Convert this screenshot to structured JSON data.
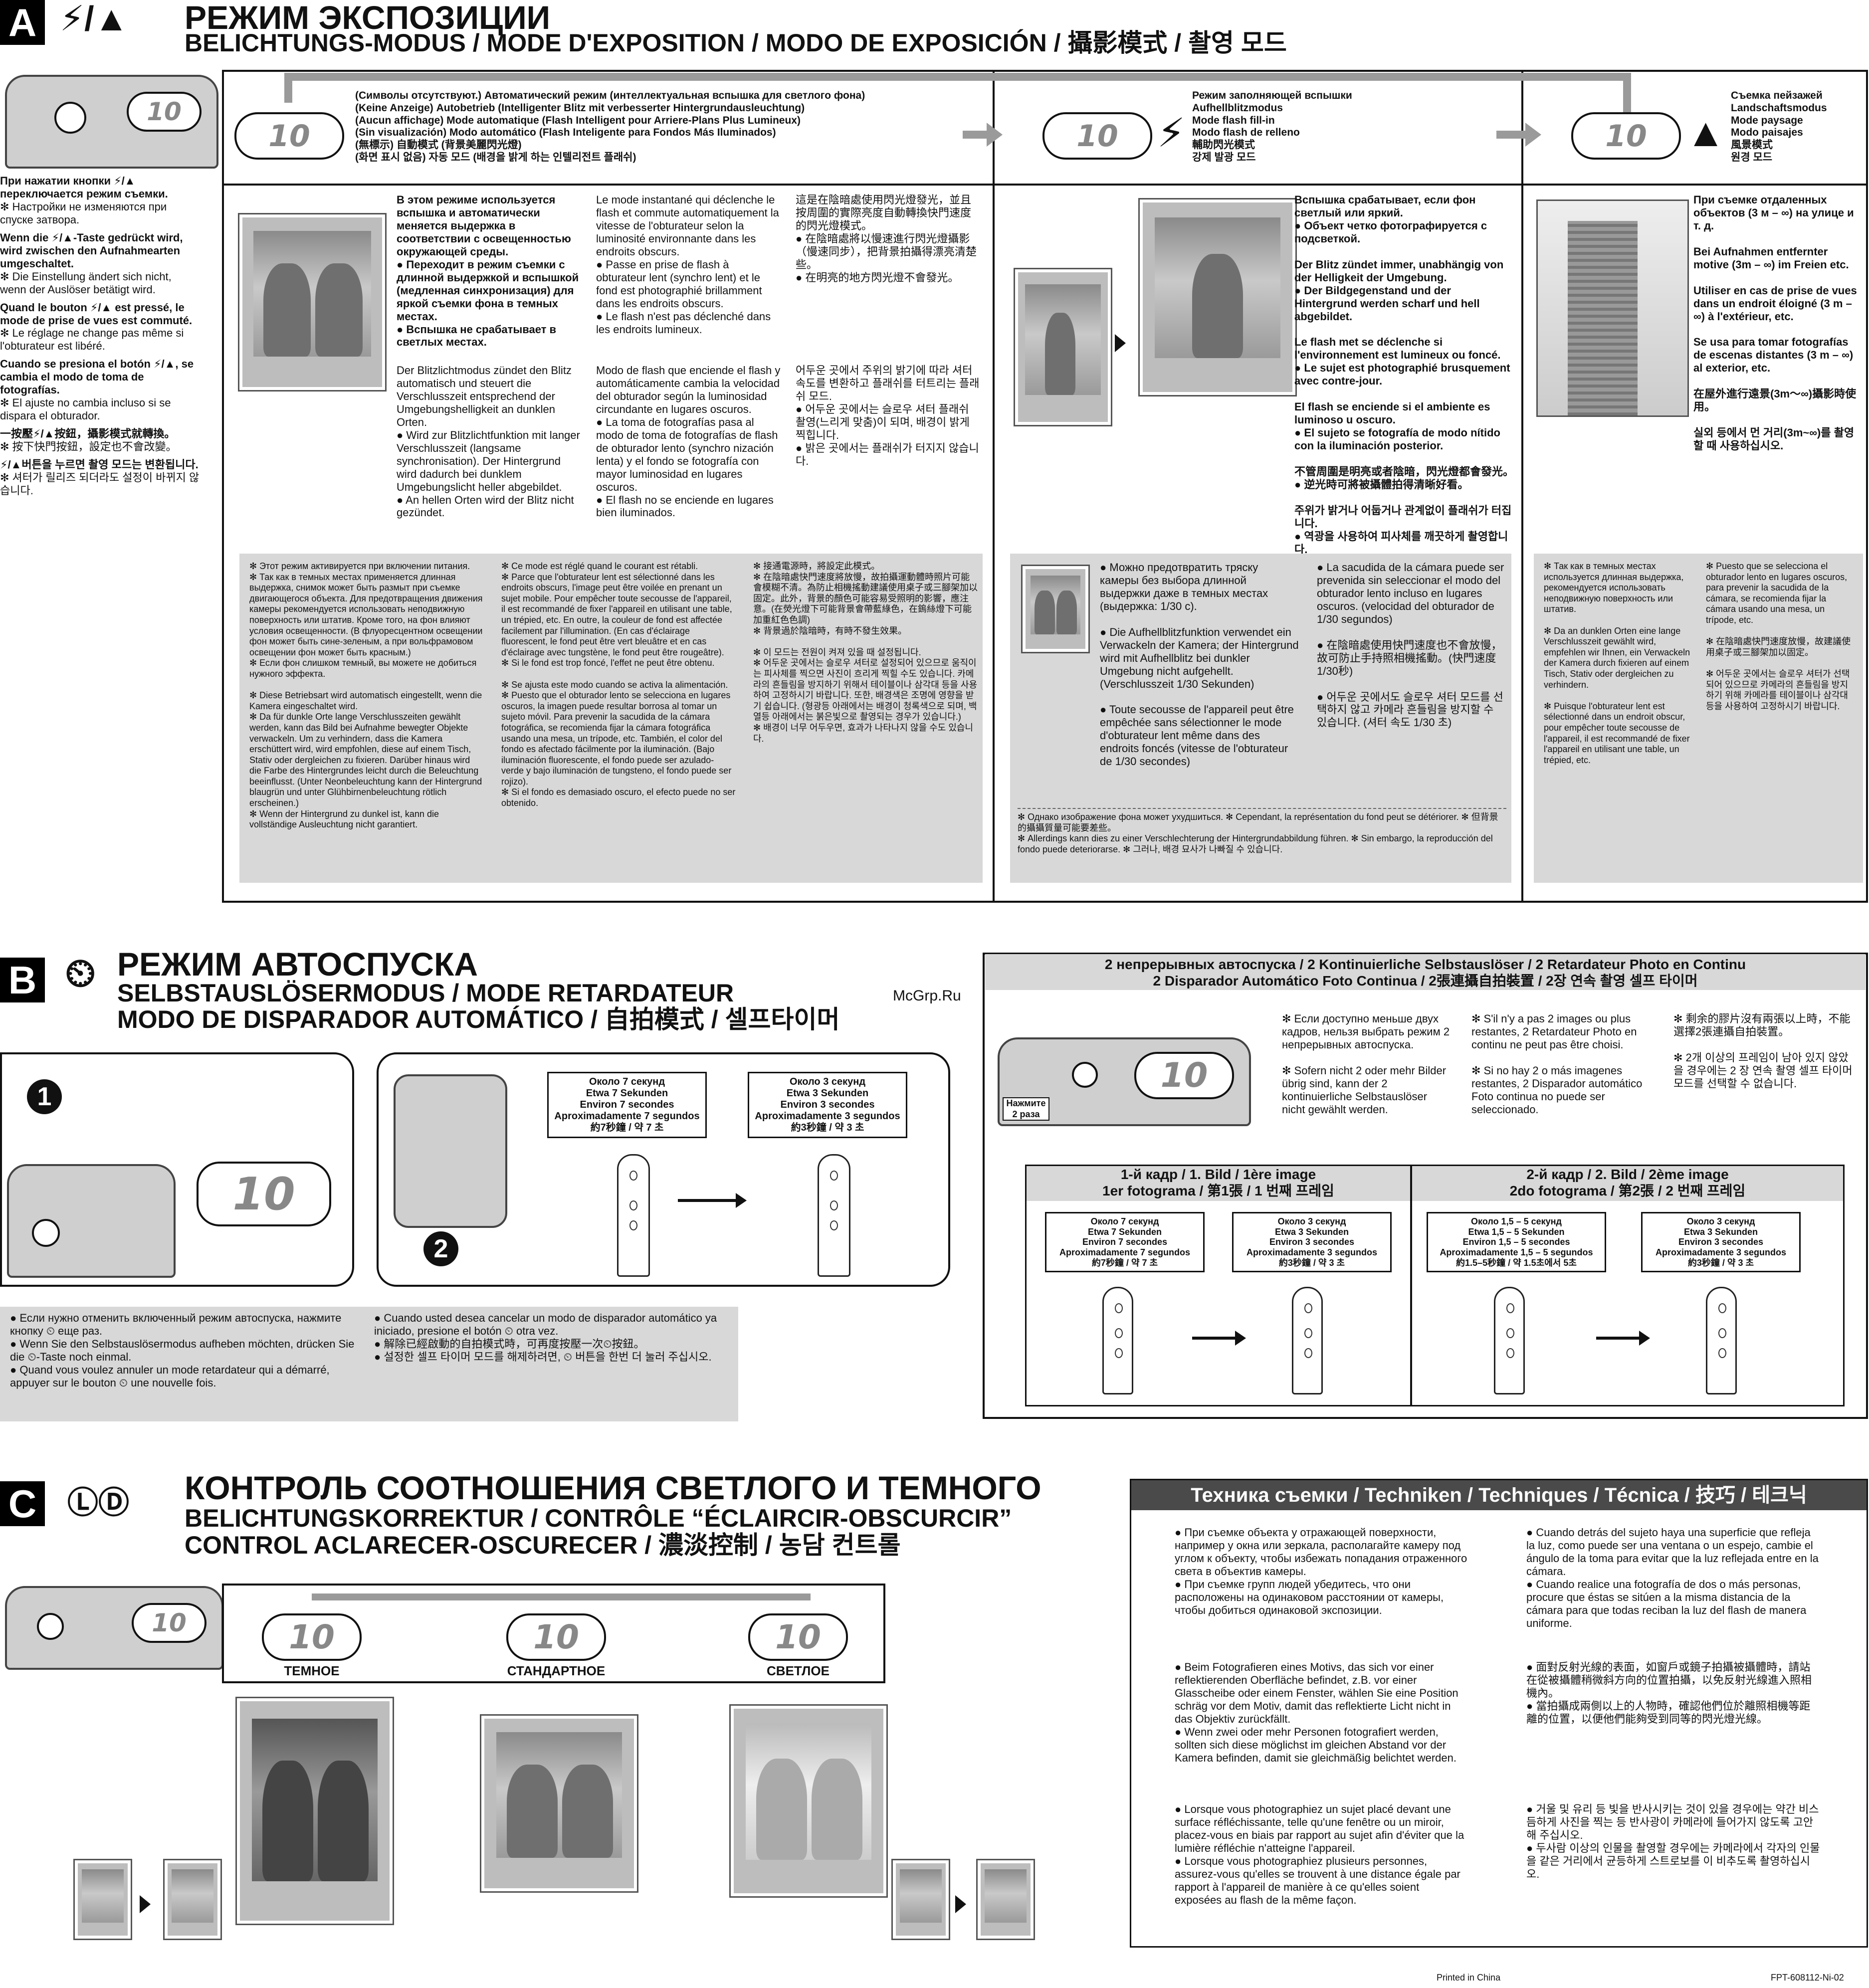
{
  "sectionA": {
    "letter": "A",
    "icons": "⚡/▲",
    "title1": "РЕЖИМ ЭКСПОЗИЦИИ",
    "title2": "BELICHTUNGS-MODUS / MODE D'EXPOSITION / MODO DE EXPOSICIÓN / 攝影模式 / 촬영 모드",
    "lcd_value": "10",
    "side_notes": [
      "При нажатии кнопки ⚡/▲ переключается режим съемки.",
      "✻ Настройки не изменяются при спуске затвора.",
      "Wenn die ⚡/▲-Taste gedrückt wird, wird zwischen den Aufnahmearten umgeschaltet.",
      "✻ Die Einstellung ändert sich nicht, wenn der Auslöser betätigt wird.",
      "Quand le bouton ⚡/▲ est pressé, le mode de prise de vues est commuté.",
      "✻ Le réglage ne change pas même si l'obturateur est libéré.",
      "Cuando se presiona el botón ⚡/▲, se cambia el modo de toma de fotografías.",
      "✻ El ajuste no cambia incluso si se dispara el obturador.",
      "一按壓⚡/▲按鈕，攝影模式就轉換。",
      "✻ 按下快門按鈕，設定也不會改變。",
      "⚡/▲버튼을 누르면 촬영 모드는 변환됩니다.",
      "✻ 셔터가 릴리즈 되더라도 설정이 바뀌지 않습니다."
    ],
    "mode_auto": "(Символы отсутствуют.) Автоматический режим (интеллектуальная вспышка для светлого фона)\n(Keine Anzeige) Autobetrieb (Intelligenter Blitz mit verbesserter Hintergrundausleuchtung)\n(Aucun affichage) Mode automatique (Flash Intelligent pour Arriere-Plans Plus Lumineux)\n(Sin visualización) Modo automático (Flash Inteligente para Fondos Más Iluminados)\n(無標示) 自動模式 (背景美麗閃光燈)\n(화면 표시 없음) 자동 모드 (배경을 밝게 하는 인텔리전트 플래쉬)",
    "mode_fill": "Режим заполняющей вспышки\nAufhellblitzmodus\nMode flash fill-in\nModo flash de relleno\n輔助閃光模式\n강제 발광 모드",
    "mode_land": "Съемка пейзажей\nLandschaftsmodus\nMode paysage\nModo paisajes\n風景模式\n원경 모드",
    "auto_ru": "В этом режиме используется вспышка и автоматически меняется выдержка в соответствии с освещенностью окружающей среды.\n● Переходит в режим съемки с длинной выдержкой и вспышкой (медленная синхронизация) для яркой съемки фона в темных местах.\n● Вспышка не срабатывает в светлых местах.",
    "auto_de": "Der Blitzlichtmodus zündet den Blitz automatisch und steuert die Verschlusszeit entsprechend der Umgebungshelligkeit an dunklen Orten.\n● Wird zur Blitzlichtfunktion mit langer Verschlusszeit (langsame synchronisation). Der Hintergrund wird dadurch bei dunklem Umgebungslicht heller abgebildet.\n● An hellen Orten wird der Blitz nicht gezündet.",
    "auto_fr": "Le mode instantané qui déclenche le flash et commute automatiquement la vitesse de l'obturateur selon la luminosité environnante dans les endroits obscurs.\n● Passe en prise de flash à obturateur lent (synchro lent) et le fond est photographié brillamment dans les endroits obscurs.\n● Le flash n'est pas déclenché dans les endroits lumineux.",
    "auto_es": "Modo de flash que enciende el flash y automáticamente cambia la velocidad del obturador según la luminosidad circundante en lugares oscuros.\n● La toma de fotografías pasa al modo de toma de fotografías de flash de obturador lento (synchro nización lenta) y el fondo se fotografía con mayor luminosidad en lugares oscuros.\n● El flash no se enciende en lugares bien iluminados.",
    "auto_zh": "這是在陰暗處使用閃光燈發光，並且按周圍的實際亮度自動轉換快門速度的閃光燈模式。\n● 在陰暗處將以慢速進行閃光燈攝影（慢速同步），把背景拍攝得漂亮清楚些。\n● 在明亮的地方閃光燈不會發光。",
    "auto_ko": "어두운 곳에서 주위의 밝기에 따라 셔터 속도를 변환하고 플래쉬를 터트리는 플래쉬 모드.\n● 어두운 곳에서는 슬로우 셔터 플래쉬 촬영(느리게 맞춤)이 되며, 배경이 밝게 찍힙니다.\n● 밝은 곳에서는 플래쉬가 터지지 않습니다.",
    "auto_notes_left": "✻ Этот режим активируется при включении питания.\n✻ Так как в темных местах применяется длинная выдержка, снимок может быть размыт при съемке двигающегося объекта. Для предотвращения движения камеры рекомендуется использовать неподвижную поверхность или штатив. Кроме того, на фон влияют условия освещенности. (В флуоресцентном освещении фон может быть сине-зеленым, а при вольфрамовом освещении фон может быть красным.)\n✻ Если фон слишком темный, вы можете не добиться нужного эффекта.\n\n✻ Diese Betriebsart wird automatisch eingestellt, wenn die Kamera eingeschaltet wird.\n✻ Da für dunkle Orte lange Verschlusszeiten gewählt werden, kann das Bild bei Aufnahme bewegter Objekte verwackeln. Um zu verhindern, dass die Kamera erschüttert wird, wird empfohlen, diese auf einem Tisch, Stativ oder dergleichen zu fixieren. Darüber hinaus wird die Farbe des Hintergrundes leicht durch die Beleuchtung beeinflusst. (Unter Neonbeleuchtung kann der Hintergrund blaugrün und unter Glühbirnenbeleuchtung rötlich erscheinen.)\n✻ Wenn der Hintergrund zu dunkel ist, kann die vollständige Ausleuchtung nicht garantiert.",
    "auto_notes_mid": "✻ Ce mode est réglé quand le courant est rétabli.\n✻ Parce que l'obturateur lent est sélectionné dans les endroits obscurs, l'image peut être voilée en prenant un sujet mobile. Pour empêcher toute secousse de l'appareil, il est recommandé de fixer l'appareil en utilisant une table, un trépied, etc. En outre, la couleur de fond est affectée facilement par l'illumination. (En cas d'éclairage fluorescent, le fond peut être vert bleuâtre et en cas d'éclairage avec tungstène, le fond peut être rougeâtre).\n✻ Si le fond est trop foncé, l'effet ne peut être obtenu.\n\n✻ Se ajusta este modo cuando se activa la alimentación.\n✻ Puesto que el obturador lento se selecciona en lugares oscuros, la imagen puede resultar borrosa al tomar un sujeto móvil. Para prevenir la sacudida de la cámara fotográfica, se recomienda fijar la cámara fotográfica usando una mesa, un trípode, etc. También, el color del fondo es afectado fácilmente por la iluminación. (Bajo iluminación fluorescente, el fondo puede ser azulado-verde y bajo iluminación de tungsteno, el fondo puede ser rojizo).\n✻ Si el fondo es demasiado oscuro, el efecto puede no ser obtenido.",
    "auto_notes_right": "✻ 接通電源時，將設定此模式。\n✻ 在陰暗處快門速度將放慢，故拍攝運動體時照片可能會模糊不清。為防止相機搖動建議使用桌子或三腳架加以固定。此外，背景的顏色可能容易受照明的影響，應注意。(在熒光燈下可能背景會帶藍綠色，在鎢絲燈下可能加重紅色色調)\n✻ 背景過於陰暗時，有時不發生效果。\n\n✻ 이 모드는 전원이 켜져 있을 때 설정됩니다.\n✻ 어두운 곳에서는 슬로우 셔터로 설정되어 있으므로 움직이는 피사체를 찍으면 사진이 흐리게 찍힐 수도 있습니다. 카메라의 흔들림을 방지하기 위해서 테이블이나 삼각대 등을 사용하여 고정하시기 바랍니다. 또한, 배경색은 조명에 영향을 받기 쉽습니다. (형광등 아래에서는 배경이 청록색으로 되며, 백열등 아래에서는 붉은빛으로 촬영되는 경우가 있습니다.)\n✻ 배경이 너무 어두우면, 효과가 나타나지 않을 수도 있습니다.",
    "fill_text": "Вспышка срабатывает, если фон светлый или яркий.\n● Объект четко фотографируется с подсветкой.\n\nDer Blitz zündet immer, unabhängig von der Helligkeit der Umgebung.\n● Der Bildgegenstand und der Hintergrund werden scharf und hell abgebildet.\n\nLe flash met se déclenche si l'environnement est lumineux ou foncé.\n● Le sujet est photographié brusquement avec contre-jour.\n\nEl flash se enciende si el ambiente es luminoso u oscuro.\n● El sujeto se fotografía de modo nítido con la iluminación posterior.\n\n不管周圍是明亮或者陰暗，閃光燈都會發光。\n● 逆光時可將被攝體拍得清晰好看。\n\n주위가 밝거나 어둡거나 관계없이 플래쉬가 터집니다.\n● 역광을 사용하여 피사체를 깨끗하게 촬영합니다.",
    "fill_notes": "● Можно предотвратить тряску камеры без выбора длинной выдержки даже в темных местах (выдержка: 1/30 с).\n\n● Die Aufhellblitzfunktion verwendet ein Verwackeln der Kamera; der Hintergrund wird mit Aufhellblitz bei dunkler Umgebung nicht aufgehellt. (Verschlusszeit 1/30 Sekunden)\n\n● Toute secousse de l'appareil peut être empêchée sans sélectionner le mode d'obturateur lent même dans des endroits foncés (vitesse de l'obturateur de 1/30 secondes)",
    "fill_notes_r": "● La sacudida de la cámara puede ser prevenida sin seleccionar el modo del obturador lento incluso en lugares oscuros. (velocidad del obturador de 1/30 segundos)\n\n● 在陰暗處使用快門速度也不會放慢，故可防止手持照相機搖動。(快門速度1/30秒)\n\n● 어두운 곳에서도 슬로우 셔터 모드를 선택하지 않고 카메라 흔들림을 방지할 수 있습니다. (셔터 속도 1/30 초)",
    "fill_foot": "✻ Однако изображение фона может ухудшиться.   ✻ Cependant, la représentation du fond peut se détériorer.   ✻ 但背景的攝攝質量可能要差些。\n✻ Allerdings kann dies zu einer Verschlechterung der Hintergrundabbildung führen.   ✻ Sin embargo, la reproducción del fondo puede deteriorarse.   ✻ 그러나, 배경 묘사가 나빠질 수 있습니다.",
    "land_text": "При съемке отдаленных объектов (3 м – ∞) на улице и т. д.\n\nBei Aufnahmen entfernter motive (3m – ∞) im Freien etc.\n\nUtiliser en cas de prise de vues dans un endroit éloigné (3 m – ∞) à l'extérieur, etc.\n\nSe usa para tomar fotografías de escenas distantes (3 m – ∞) al exterior, etc.\n\n在屋外進行遠景(3m～∞)攝影時使用。\n\n실외 등에서 먼 거리(3m~∞)를 촬영할 때 사용하십시오.",
    "land_notes": "✻ Так как в темных местах используется длинная выдержка, рекомендуется использовать неподвижную поверхность или штатив.\n\n✻ Da an dunklen Orten eine lange Verschlusszeit gewählt wird, empfehlen wir Ihnen, ein Verwackeln der Kamera durch fixieren auf einem Tisch, Stativ oder dergleichen zu verhindern.\n\n✻ Puisque l'obturateur lent est sélectionné dans un endroit obscur, pour empêcher toute secousse de l'appareil, il est recommandé de fixer l'appareil en utilisant une table, un trépied, etc.",
    "land_notes_r": "✻ Puesto que se selecciona el obturador lento en lugares oscuros, para prevenir la sacudida de la cámara, se recomienda fijar la cámara usando una mesa, un trípode, etc.\n\n✻ 在陰暗處快門速度放慢，故建議使用桌子或三腳架加以固定。\n\n✻ 어두운 곳에서는 슬로우 셔터가 선택되어 있으므로 카메라의 흔들림을 방지하기 위해 카메라를 테이블이나 삼각대 등을 사용하여 고정하시기 바랍니다."
  },
  "sectionB": {
    "letter": "B",
    "title1": "РЕЖИМ АВТОСПУСКА",
    "title2": "SELBSTAUSLÖSERMODUS / MODE RETARDATEUR",
    "title3": "MODO DE DISPARADOR AUTOMÁTICO / 自拍模式 / 셀프타이머",
    "step1": "1",
    "step2": "2",
    "lcd_value": "10",
    "timer7": "Около 7 секунд\nEtwa 7 Sekunden\nEnviron 7 secondes\nAproximadamente 7 segundos\n約7秒鐘 / 약 7 초",
    "timer3": "Около 3 секунд\nEtwa 3 Sekunden\nEnviron 3 secondes\nAproximadamente 3 segundos\n約3秒鐘 / 약 3 초",
    "notes_left": "● Если нужно отменить включенный режим автоспуска, нажмите кнопку ⏲ еще раз.\n● Wenn Sie den Selbstauslösermodus aufheben möchten, drücken Sie die ⏲-Taste noch einmal.\n● Quand vous voulez annuler un mode retardateur qui a démarré, appuyer sur le bouton ⏲ une nouvelle fois.",
    "notes_right": "● Cuando usted desea cancelar un modo de disparador automático ya iniciado, presione el botón ⏲ otra vez.\n● 解除已經啟動的自拍模式時，可再度按壓一次⏲按鈕。\n● 설정한 셀프 타이머 모드를 해제하려면, ⏲ 버튼을 한번 더 눌러 주십시오.",
    "cont_title": "2 непрерывных автоспуска / 2 Kontinuierliche Selbstauslöser / 2 Retardateur Photo en Continu\n2 Disparador Automático Foto Continua / 2張連攝自拍裝置 / 2장 연속 촬영 셀프 타이머",
    "press_twice": "Нажмите 2 раза",
    "watermark": "McGrp.Ru",
    "cont_notes_a": "✻ Если доступно меньше двух кадров, нельзя выбрать режим 2 непрерывных автоспуска.\n\n✻ Sofern nicht 2 oder mehr Bilder übrig sind, kann der 2 kontinuierliche Selbstauslöser nicht gewählt werden.",
    "cont_notes_b": "✻ S'il n'y a pas 2 images ou plus restantes, 2 Retardateur Photo en continu ne peut pas être choisi.\n\n✻ Si no hay 2 o más imagenes restantes, 2 Disparador automático Foto continua no puede ser seleccionado.",
    "cont_notes_c": "✻ 剩余的膠片沒有兩張以上時，不能選擇2張連攝自拍裝置。\n\n✻ 2개 이상의 프레임이 남아 있지 않았을 경우에는 2 장 연속 촬영 셀프 타이머 모드를 선택할 수 없습니다.",
    "frame1": "1-й кадр / 1. Bild / 1ère image\n1er fotograma / 第1張 / 1 번째 프레임",
    "frame2": "2-й кадр / 2. Bild / 2ème image\n2do fotograma / 第2張 / 2 번째 프레임",
    "timer15": "Около 1,5 – 5 секунд\nEtwa 1,5 – 5 Sekunden\nEnviron 1,5 – 5 secondes\nAproximadamente 1,5 – 5 segundos\n約1.5–5秒鐘 / 약 1.5초에서 5초",
    "lcd2_value": "10"
  },
  "sectionC": {
    "letter": "C",
    "title1": "КОНТРОЛЬ СООТНОШЕНИЯ СВЕТЛОГО И ТЕМНОГО",
    "title2": "BELICHTUNGSKORREKTUR / CONTRÔLE “ÉCLAIRCIR-OBSCURCIR”",
    "title3": "CONTROL ACLARECER-OSCURECER / 濃淡控制 / 농담 컨트롤",
    "lcd_value": "10",
    "dark": "ТЕМНОЕ",
    "standard": "СТАНДАРТНОЕ",
    "light": "СВЕТЛОЕ",
    "tech_title": "Техника съемки / Techniken / Techniques / Técnica / 技巧 / 테크닉",
    "tech_l1": "● При съемке объекта у отражающей поверхности, например у окна или зеркала, располагайте камеру под углом к объекту, чтобы избежать попадания отраженного света в объектив камеры.\n● При съемке групп людей убедитесь, что они расположены на одинаковом расстоянии от камеры, чтобы добиться одинаковой экспозиции.",
    "tech_l2": "● Beim Fotografieren eines Motivs, das sich vor einer reflektierenden Oberfläche befindet, z.B. vor einer Glasscheibe oder einem Fenster, wählen Sie eine Position schräg vor dem Motiv, damit das reflektierte Licht nicht in das Objektiv zurückfällt.\n● Wenn zwei oder mehr Personen fotografiert werden, sollten sich diese möglichst im gleichen Abstand vor der Kamera befinden, damit sie gleichmäßig belichtet werden.",
    "tech_l3": "● Lorsque vous photographiez un sujet placé devant une surface réfléchissante, telle qu'une fenêtre ou un miroir, placez-vous en biais par rapport au sujet afin d'éviter que la lumière réfléchie n'atteigne l'appareil.\n● Lorsque vous photographiez plusieurs personnes, assurez-vous qu'elles se trouvent à une distance égale par rapport à l'appareil de manière à ce qu'elles soient exposées au flash de la même façon.",
    "tech_r1": "● Cuando detrás del sujeto haya una superficie que refleja la luz, como puede ser una ventana o un espejo, cambie el ángulo de la toma para evitar que la luz reflejada entre en la cámara.\n● Cuando realice una fotografía de dos o más personas, procure que éstas se sitúen a la misma distancia de la cámara para que todas reciban la luz del flash de manera uniforme.",
    "tech_r2": "● 面對反射光線的表面，如窗戶或鏡子拍攝被攝體時，請站在從被攝體稍微斜方向的位置拍攝，以免反射光線進入照相機內。\n● 當拍攝成兩側以上的人物時，確認他們位於離照相機等距離的位置，以便他們能夠受到同等的閃光燈光線。",
    "tech_r3": "● 거울 및 유리 등 빛을 반사시키는 것이 있을 경우에는 약간 비스듬하게 사진을 찍는 등 반사광이 카메라에 들어가지 않도록 고안해 주십시오.\n● 두사람 이상의 인물을 촬영할 경우에는 카메라에서 각자의 인물을 같은 거리에서 균등하게 스트로보를 이 비추도록 촬영하십시오."
  },
  "footer": {
    "printed": "Printed in China",
    "code": "FPT-608112-Ni-02"
  }
}
